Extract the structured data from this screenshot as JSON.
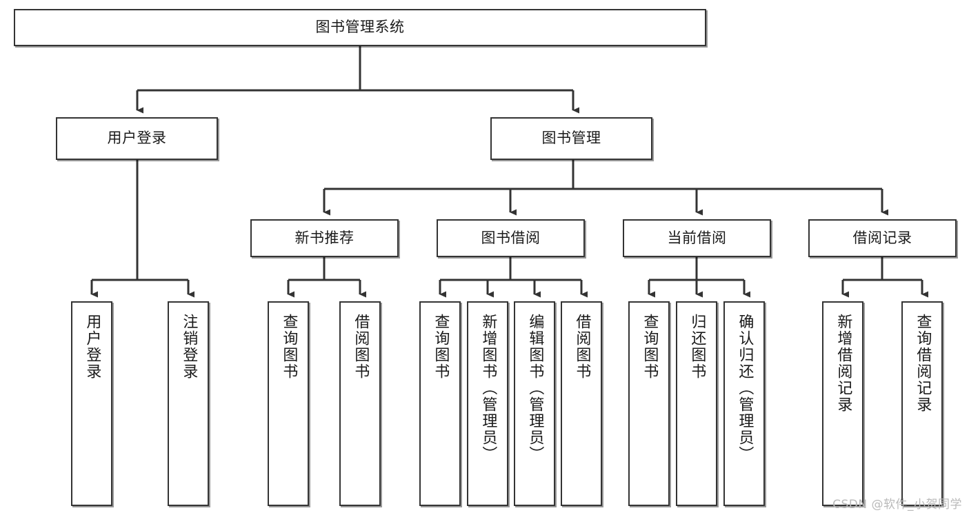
{
  "diagram": {
    "title": "图书管理系统",
    "type": "tree-hierarchy-chart",
    "root": {
      "id": "root",
      "label": "图书管理系统"
    },
    "level2": [
      {
        "id": "user-login",
        "label": "用户登录"
      },
      {
        "id": "book-manage",
        "label": "图书管理"
      }
    ],
    "level3": [
      {
        "id": "new-book-recommend",
        "label": "新书推荐"
      },
      {
        "id": "book-borrow",
        "label": "图书借阅"
      },
      {
        "id": "current-borrow",
        "label": "当前借阅"
      },
      {
        "id": "borrow-record",
        "label": "借阅记录"
      }
    ],
    "leaves": {
      "user_login": [
        {
          "id": "leaf-user-login",
          "label": "用户登录"
        },
        {
          "id": "leaf-logout-login",
          "label": "注销登录"
        }
      ],
      "new_book_recommend": [
        {
          "id": "leaf-query-book-1",
          "label": "查询图书"
        },
        {
          "id": "leaf-borrow-book-1",
          "label": "借阅图书"
        }
      ],
      "book_borrow": [
        {
          "id": "leaf-query-book-2",
          "label": "查询图书"
        },
        {
          "id": "leaf-add-book",
          "label": "新增图书（管理员）"
        },
        {
          "id": "leaf-edit-book",
          "label": "编辑图书（管理员）"
        },
        {
          "id": "leaf-borrow-book-2",
          "label": "借阅图书"
        }
      ],
      "current_borrow": [
        {
          "id": "leaf-query-book-3",
          "label": "查询图书"
        },
        {
          "id": "leaf-return-book",
          "label": "归还图书"
        },
        {
          "id": "leaf-confirm-return",
          "label": "确认归还（管理员）"
        }
      ],
      "borrow_record": [
        {
          "id": "leaf-add-borrow-record",
          "label": "新增借阅记录"
        },
        {
          "id": "leaf-query-borrow-record",
          "label": "查询借阅记录"
        }
      ]
    }
  },
  "watermark": {
    "text": "CSDN @软件_小贺同学"
  },
  "colors": {
    "border": "#333333",
    "text": "#1a1a1a",
    "background": "#ffffff",
    "watermark": "#b9b9b9"
  }
}
